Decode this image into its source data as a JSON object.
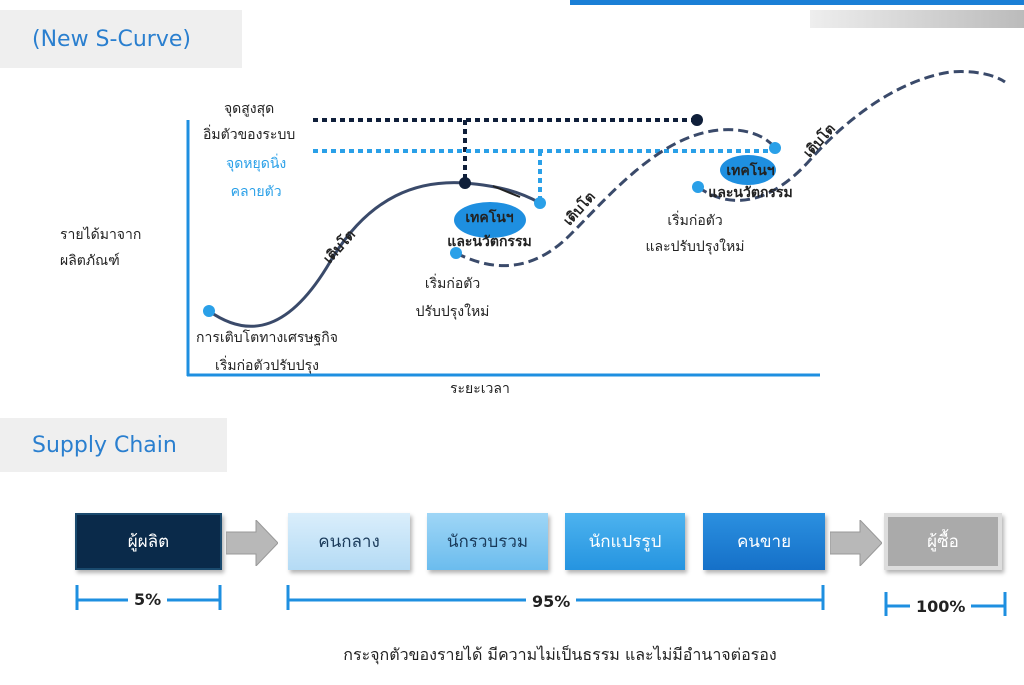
{
  "header": {
    "title1": "(New S-Curve)",
    "title2": "Supply Chain"
  },
  "scurve": {
    "y_axis_label": [
      "รายได้มาจาก",
      "ผลิตภัณฑ์"
    ],
    "x_axis_label": "ระยะเวลา",
    "peak_label": [
      "จุดสูงสุด",
      "อิ่มตัวของระบบ"
    ],
    "plateau_label": [
      "จุดหยุดนิ่ง",
      "คลายตัว"
    ],
    "start_label": [
      "การเติบโตทางเศรษฐกิจ",
      "เริ่มก่อตัวปรับปรุง"
    ],
    "growth": "เติบโต",
    "tech1": [
      "เทคโนฯ",
      "และนวัตกรรม"
    ],
    "restart1": [
      "เริ่มก่อตัว",
      "ปรับปรุงใหม่"
    ],
    "tech2": [
      "เทคโนฯ",
      "และนวัตกรรม"
    ],
    "restart2": [
      "เริ่มก่อตัว",
      "และปรับปรุงใหม่"
    ]
  },
  "supply_chain": {
    "stages": [
      "ผู้ผลิต",
      "คนกลาง",
      "นักรวบรวม",
      "นักแปรรูป",
      "คนขาย",
      "ผู้ซื้อ"
    ],
    "shares": [
      "5%",
      "95%",
      "100%"
    ],
    "footer": "กระจุกตัวของรายได้ มีความไม่เป็นธรรม และไม่มีอำนาจต่อรอง"
  },
  "colors": {
    "accent": "#1e8fe0",
    "navy": "#0a2a4a",
    "curve": "#3a4a6a"
  }
}
